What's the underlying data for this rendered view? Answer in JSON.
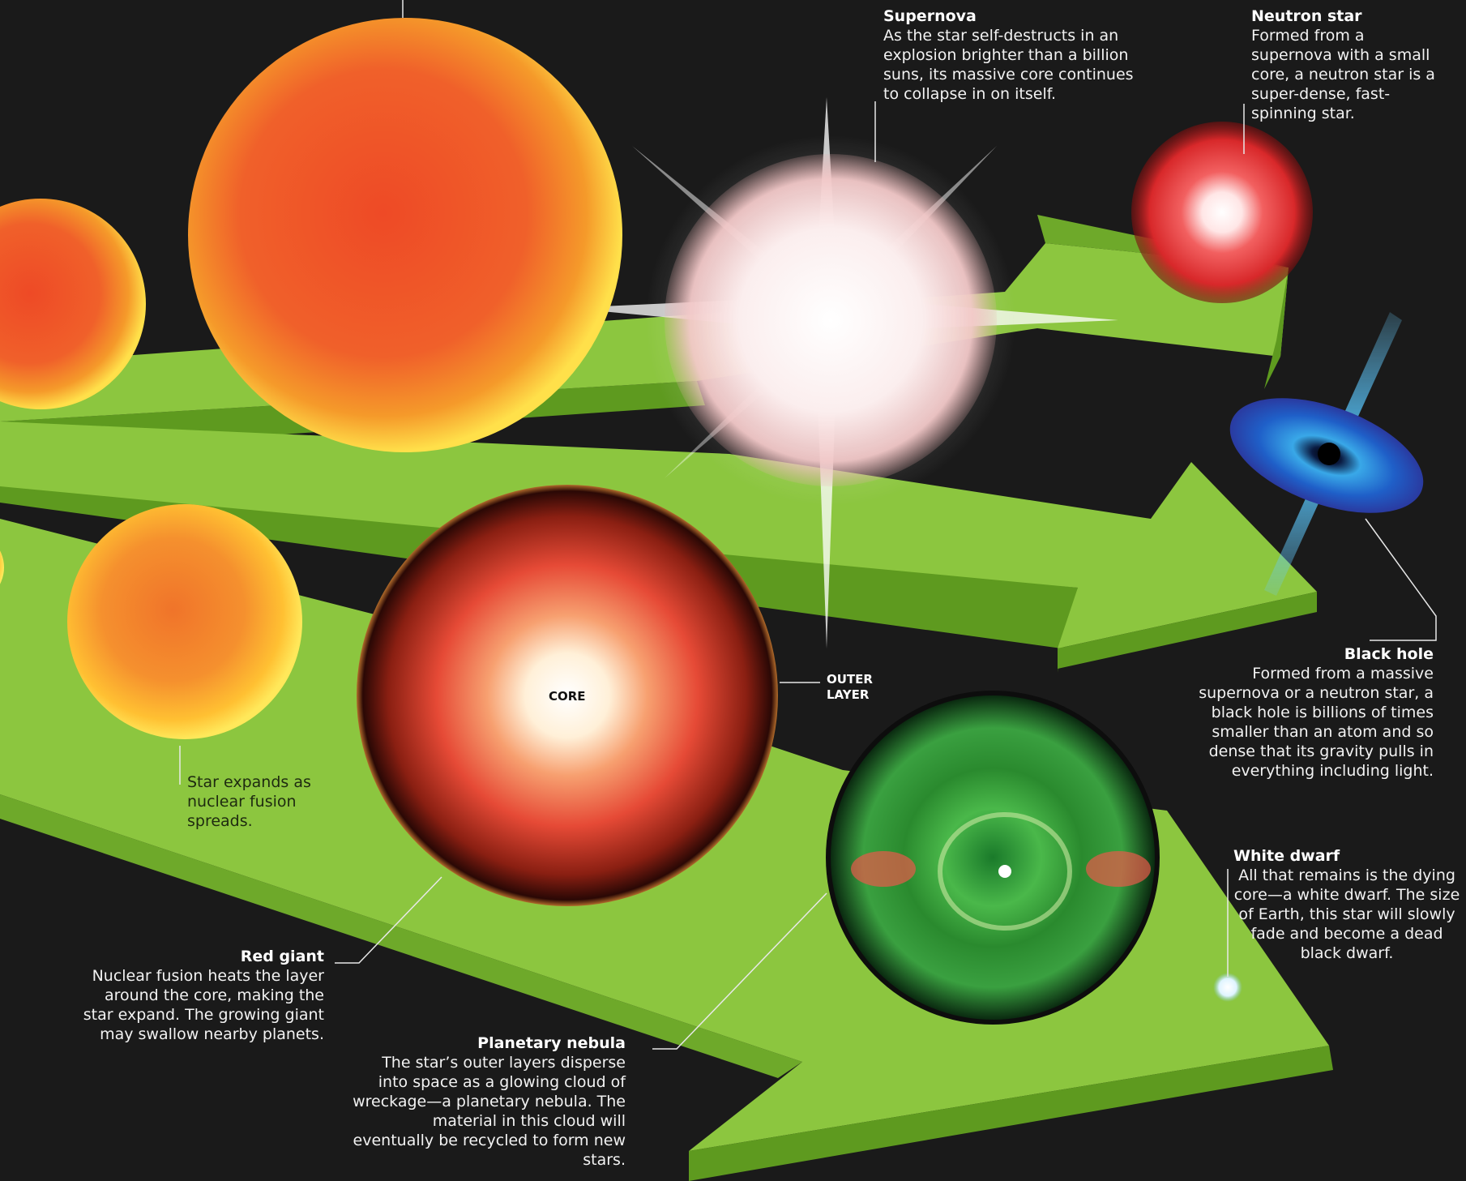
{
  "labels": {
    "supernova": {
      "title": "Supernova",
      "body": "As the star self-destructs in an explosion brighter than a billion suns, its massive core continues to collapse in on itself."
    },
    "neutron_star": {
      "title": "Neutron star",
      "body": "Formed from a supernova with a small core, a neutron star is a super-dense, fast-spinning star."
    },
    "black_hole": {
      "title": "Black hole",
      "body": "Formed from a massive supernova or a neutron star, a black hole is billions of times smaller than an atom and so dense that its gravity pulls in everything including light."
    },
    "white_dwarf": {
      "title": "White dwarf",
      "body": "All that remains is the dying core—a white dwarf. The size of Earth, this star will slowly fade and become a dead black dwarf."
    },
    "red_giant": {
      "title": "Red giant",
      "body": "Nuclear fusion heats the layer around the core, making the star expand. The growing giant may swallow nearby planets."
    },
    "planetary_nebula": {
      "title": "Planetary nebula",
      "body": "The star’s outer layers disperse into space as a glowing cloud of wreckage—a planetary nebula. The material in this cloud will eventually be recycled to form new stars."
    },
    "star_expands": {
      "body": "Star expands as nuclear fusion spreads."
    },
    "core": "CORE",
    "outer_layer": "OUTER LAYER"
  },
  "colors": {
    "background": "#1a1a1a",
    "arrow_top": "#8cc63f",
    "arrow_side": "#5e9a1f",
    "sun_orange": "#f26a1b",
    "sun_yellow": "#ffd23a",
    "neutron_red": "#e8352a",
    "black_hole_blue": "#2a6fd6",
    "nebula_green": "#3fae3a"
  }
}
